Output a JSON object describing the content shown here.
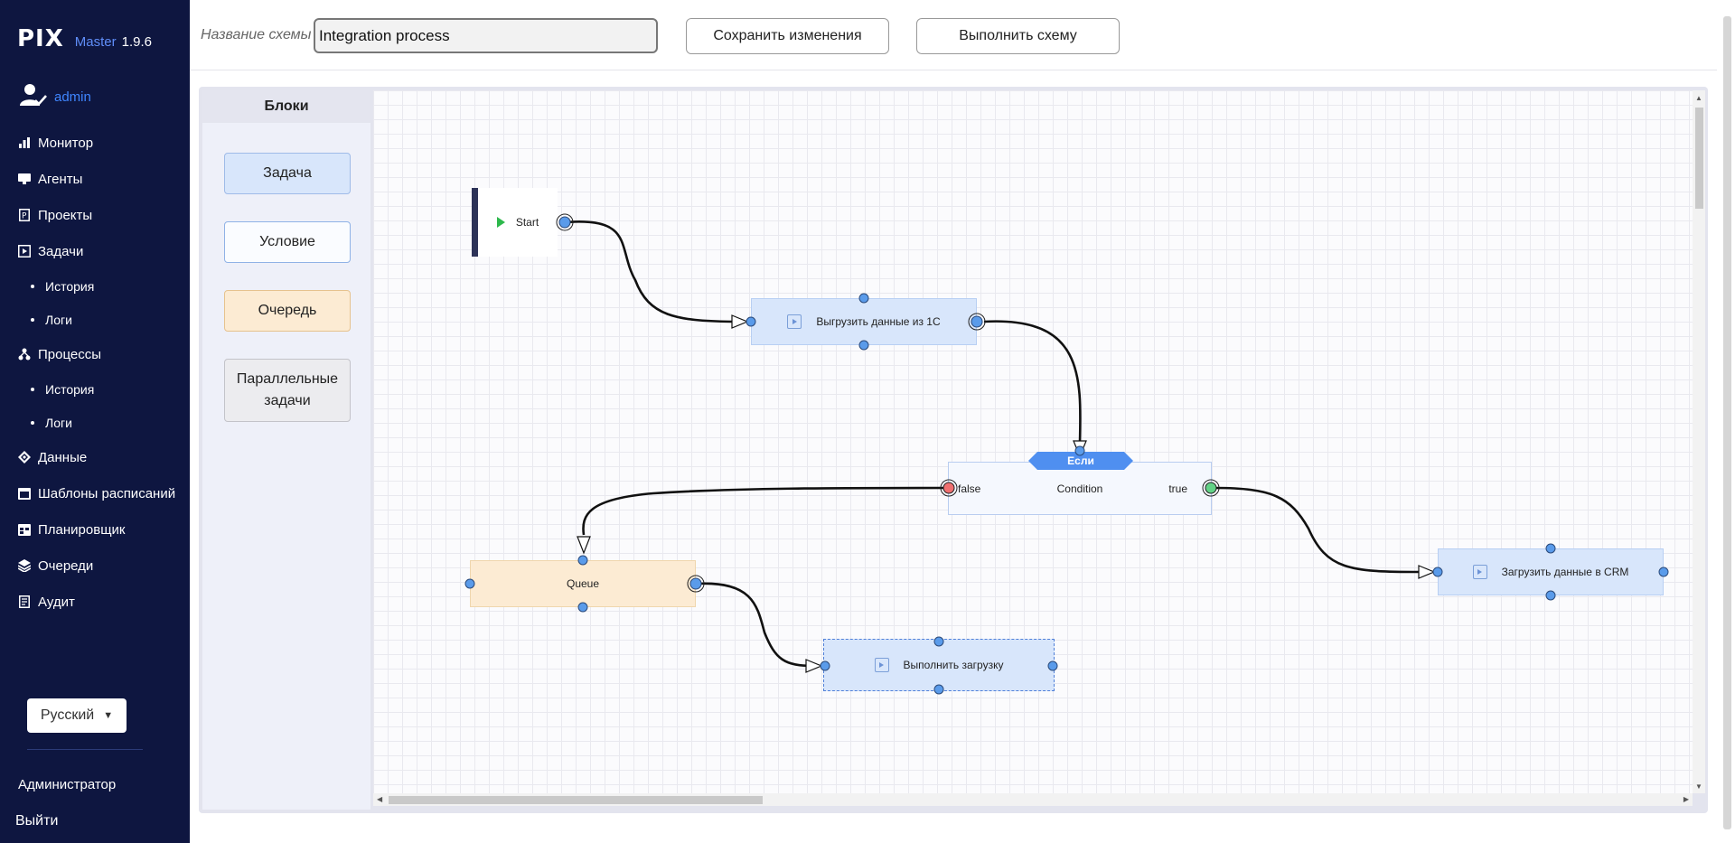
{
  "app": {
    "logo": "PIX",
    "product": "Master",
    "version": "1.9.6",
    "user": "admin"
  },
  "nav": {
    "monitor": "Монитор",
    "agents": "Агенты",
    "projects": "Проекты",
    "tasks": "Задачи",
    "tasks_history": "История",
    "tasks_logs": "Логи",
    "processes": "Процессы",
    "processes_history": "История",
    "processes_logs": "Логи",
    "data": "Данные",
    "schedule_templates": "Шаблоны расписаний",
    "scheduler": "Планировщик",
    "queues": "Очереди",
    "audit": "Аудит"
  },
  "language": {
    "selected": "Русский"
  },
  "footer": {
    "role": "Администратор",
    "logout": "Выйти"
  },
  "header": {
    "scheme_label": "Название схемы",
    "scheme_name": "Integration process",
    "save_button": "Сохранить изменения",
    "run_button": "Выполнить схему"
  },
  "blocks": {
    "title": "Блоки",
    "task": "Задача",
    "condition": "Условие",
    "queue": "Очередь",
    "parallel": "Параллельные задачи"
  },
  "nodes": {
    "start": "Start",
    "export_1c": "Выгрузить данные из 1С",
    "condition_tag": "Если",
    "condition": "Condition",
    "false_label": "false",
    "true_label": "true",
    "queue": "Queue",
    "load_crm": "Загрузить данные в CRM",
    "run_load": "Выполнить загрузку"
  },
  "colors": {
    "sidebar_bg": "#0e1640",
    "accent": "#3f86ff",
    "task_fill": "#d8e6fb",
    "queue_fill": "#fcebd3",
    "port": "#5a9bea",
    "port_false": "#f07070",
    "port_true": "#62d286"
  }
}
